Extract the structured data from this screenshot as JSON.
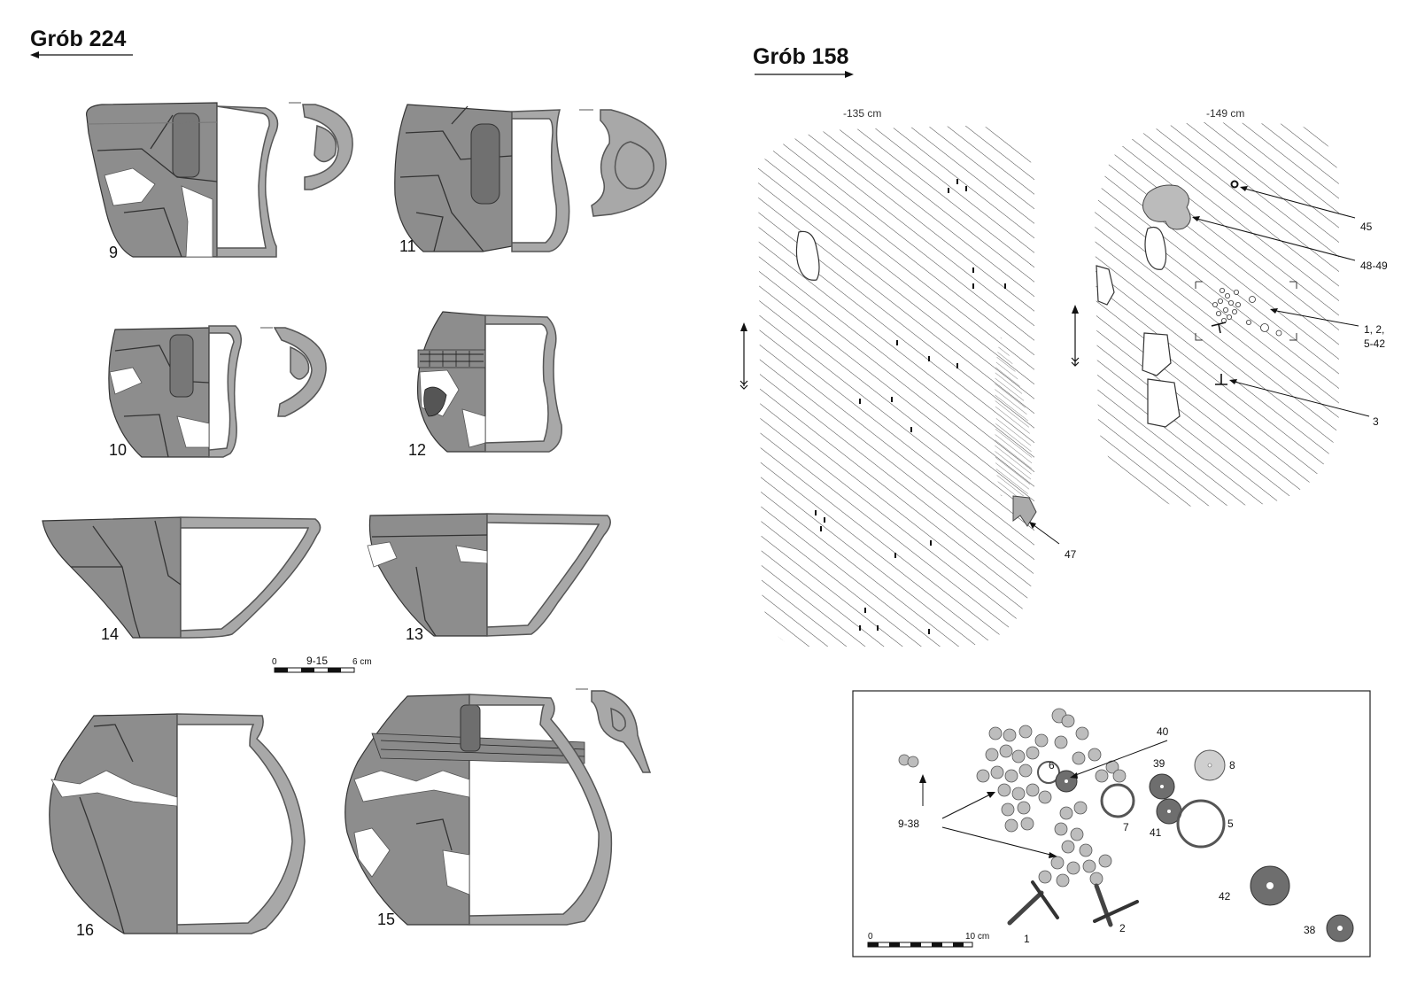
{
  "left_panel": {
    "title": "Grób 224",
    "vessels": [
      {
        "number": "9"
      },
      {
        "number": "11"
      },
      {
        "number": "10"
      },
      {
        "number": "12"
      },
      {
        "number": "14"
      },
      {
        "number": "13"
      },
      {
        "number": "16"
      },
      {
        "number": "15"
      }
    ],
    "scale_bar": {
      "start": "0",
      "label": "9-15",
      "end": "6 cm"
    }
  },
  "right_panel": {
    "title": "Grób 158",
    "plan_1": {
      "depth": "-135 cm",
      "labels": [
        "47"
      ]
    },
    "plan_2": {
      "depth": "-149 cm",
      "labels": [
        "45",
        "48-49",
        "1, 2,",
        "5-42",
        "3"
      ]
    },
    "inset": {
      "labels": [
        "40",
        "6",
        "39",
        "8",
        "9-38",
        "7",
        "41",
        "5",
        "42",
        "1",
        "2",
        "38"
      ],
      "scale_bar": {
        "start": "0",
        "end": "10 cm"
      }
    }
  },
  "colors": {
    "section": "#a8a8a8",
    "surface": "#8d8d8d",
    "ink": "#111111",
    "hatch": "#444444",
    "dark_ring": "#6e6e6e"
  }
}
